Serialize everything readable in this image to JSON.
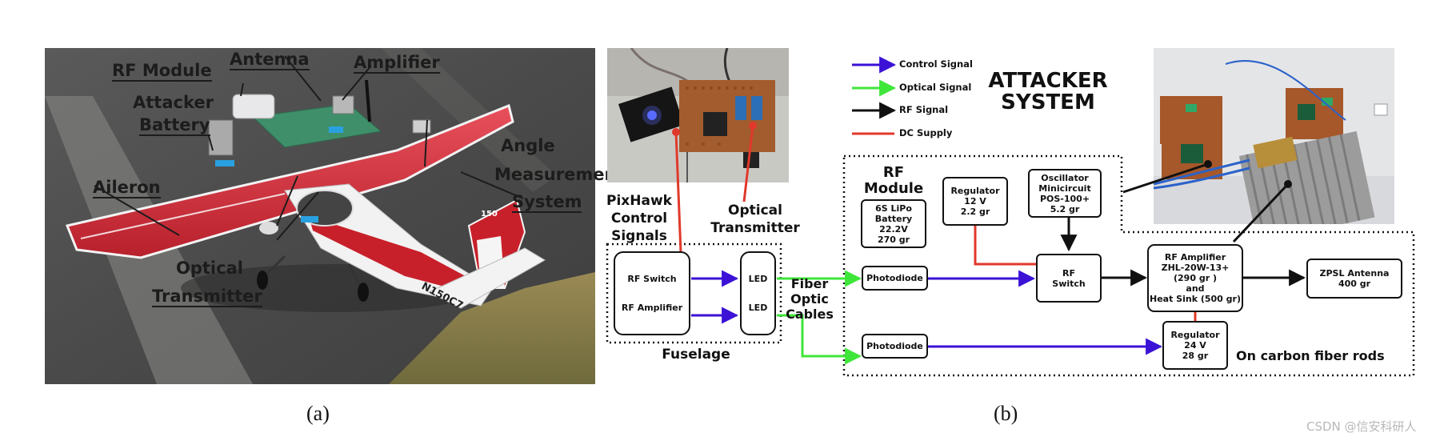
{
  "panel_a": {
    "labels": {
      "rf_module": "RF Module",
      "antenna": "Antenna",
      "amplifier": "Amplifier",
      "attacker_battery_1": "Attacker",
      "attacker_battery_2": "Battery",
      "aileron": "Aileron",
      "angle_1": "Angle",
      "angle_2": "Measurement",
      "angle_3": "System",
      "optical_1": "Optical",
      "optical_2": "Transmitter",
      "tail_number": "N150C7",
      "tail_fin": "150"
    },
    "caption": "(a)"
  },
  "panel_b": {
    "legend": [
      {
        "label": "Control Signal",
        "color": "#3b12d6"
      },
      {
        "label": "Optical Signal",
        "color": "#3fe63a"
      },
      {
        "label": "RF Signal",
        "color": "#111111"
      },
      {
        "label": "DC Supply",
        "color": "#e0392b"
      }
    ],
    "title_1": "ATTACKER",
    "title_2": "SYSTEM",
    "pixhawk_1": "PixHawk",
    "pixhawk_2": "Control",
    "pixhawk_3": "Signals",
    "optical_tx_1": "Optical",
    "optical_tx_2": "Transmitter",
    "fuselage": {
      "label": "Fuselage",
      "rf_switch": "RF Switch",
      "rf_amplifier": "RF Amplifier",
      "led_1": "LED",
      "led_2": "LED"
    },
    "fiber_1": "Fiber",
    "fiber_2": "Optic",
    "fiber_3": "Cables",
    "rf_module_1": "RF",
    "rf_module_2": "Module",
    "battery": [
      "6S LiPo",
      "Battery",
      "22.2V",
      "270 gr"
    ],
    "regulator_12": [
      "Regulator",
      "12 V",
      "2.2 gr"
    ],
    "oscillator": [
      "Oscillator",
      "Minicircuit",
      "POS-100+",
      "5.2 gr"
    ],
    "photodiode_1": "Photodiode",
    "photodiode_2": "Photodiode",
    "rf_switch_box": [
      "RF",
      "Switch"
    ],
    "rf_amp_box": [
      "RF Amplifier",
      "ZHL-20W-13+",
      "(290 gr )",
      "and",
      "Heat Sink (500 gr)"
    ],
    "antenna_box": [
      "ZPSL Antenna",
      "400 gr"
    ],
    "regulator_24": [
      "Regulator",
      "24 V",
      "28 gr"
    ],
    "carbon": "On carbon fiber rods",
    "caption": "(b)"
  },
  "watermark": "CSDN @信安科研人"
}
